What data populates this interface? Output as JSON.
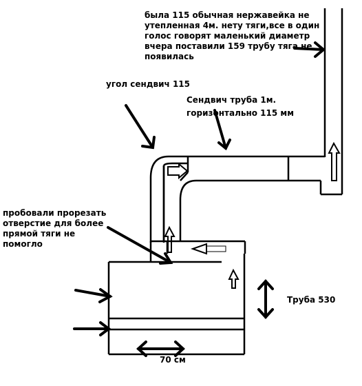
{
  "annotations": {
    "top_note": "была 115 обычная нержавейка не\nутепленная 4м. нету тяги,все в один\nголос говорят маленький диаметр\nвчера поставили 159 трубу тяга не\nпоявилась",
    "corner_label": "угол сендвич 115",
    "sandwich_label": "Сендвич труба 1м.\nгоризонтально 115 мм",
    "cut_label": "пробовали прорезать\nотверстие для более\nпрямой тяги не\nпомогло",
    "pipe530_label": "Труба 530",
    "width_label": "70 см"
  }
}
